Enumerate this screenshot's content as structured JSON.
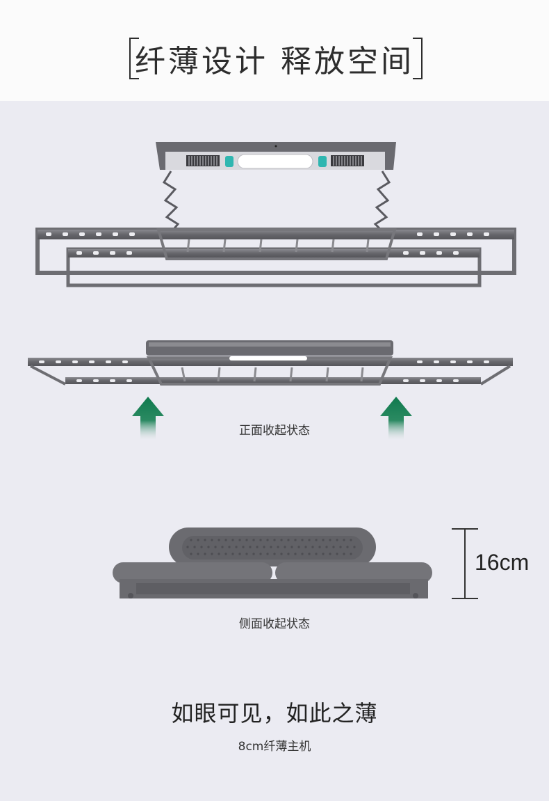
{
  "header": {
    "title": "纤薄设计 释放空间"
  },
  "views": {
    "front_caption": "正面收起状态",
    "side_caption": "侧面收起状态",
    "thickness_label": "16cm"
  },
  "footer": {
    "slogan": "如眼可见，如此之薄",
    "subtitle": "8cm纤薄主机"
  },
  "colors": {
    "arrow_green": "#0f7a4e",
    "frame_gray": "#6d6d72",
    "panel_bg": "#ebebf2"
  }
}
